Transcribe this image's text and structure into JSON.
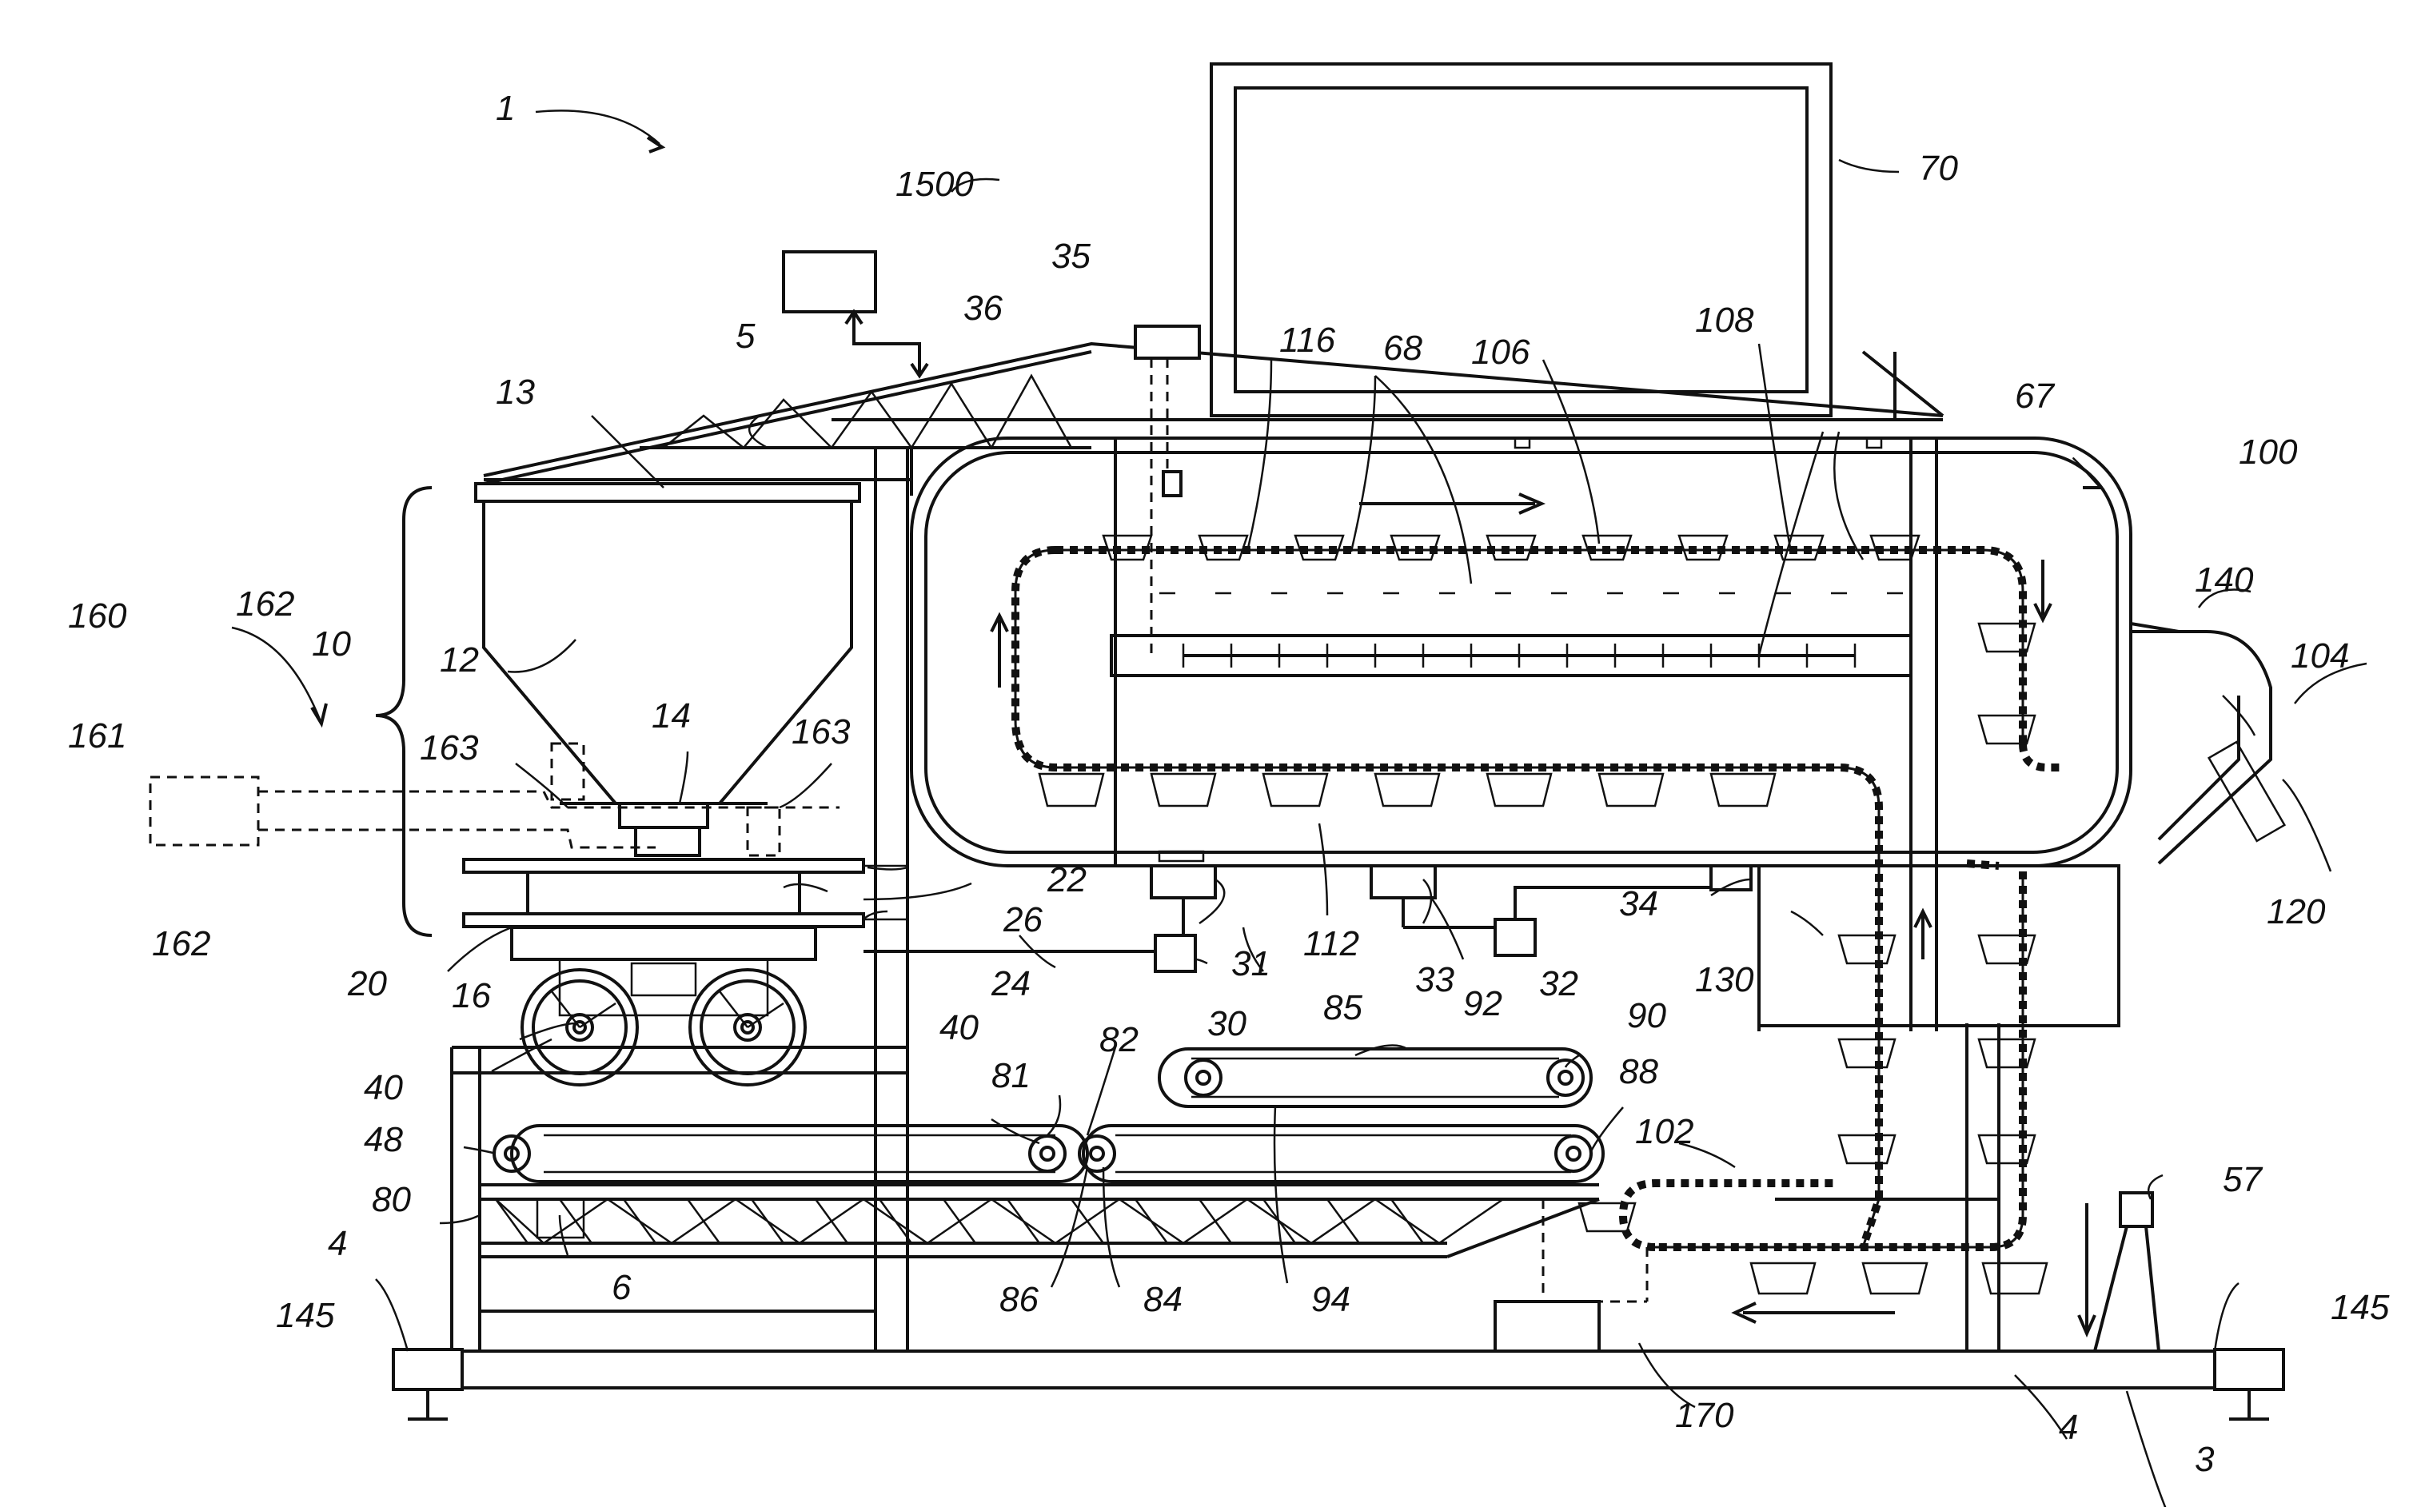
{
  "figure": {
    "labels": {
      "l1": "1",
      "l3": "3",
      "l4a": "4",
      "l4b": "4",
      "l5": "5",
      "l6": "6",
      "l10": "10",
      "l12": "12",
      "l13": "13",
      "l14": "14",
      "l16": "16",
      "l20": "20",
      "l22": "22",
      "l24": "24",
      "l26": "26",
      "l30": "30",
      "l31": "31",
      "l32": "32",
      "l33": "33",
      "l34": "34",
      "l35": "35",
      "l36": "36",
      "l40a": "40",
      "l40b": "40",
      "l48": "48",
      "l57": "57",
      "l67": "67",
      "l68": "68",
      "l70": "70",
      "l80": "80",
      "l81": "81",
      "l82": "82",
      "l84": "84",
      "l85": "85",
      "l86": "86",
      "l88": "88",
      "l90": "90",
      "l92": "92",
      "l94": "94",
      "l100": "100",
      "l102": "102",
      "l104": "104",
      "l106": "106",
      "l108": "108",
      "l112": "112",
      "l116": "116",
      "l120": "120",
      "l130": "130",
      "l140": "140",
      "l145a": "145",
      "l145b": "145",
      "l160": "160",
      "l161": "161",
      "l162a": "162",
      "l162b": "162",
      "l163a": "163",
      "l163b": "163",
      "l170": "170",
      "l1500": "1500"
    }
  }
}
